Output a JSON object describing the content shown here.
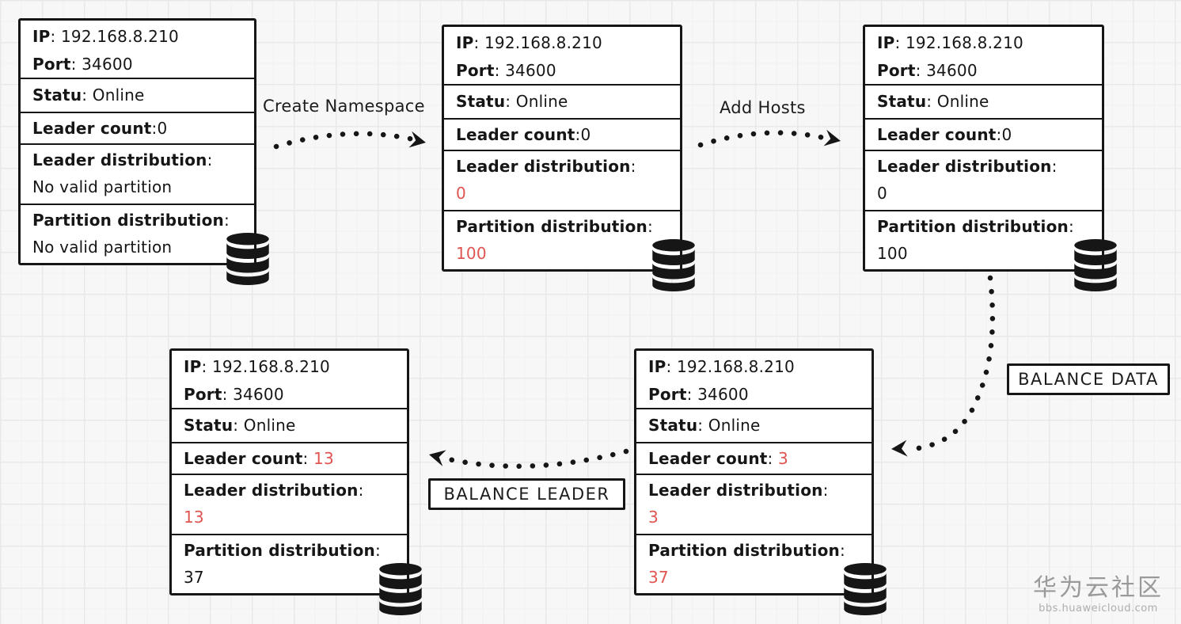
{
  "canvas": {
    "background": "#f7f7f8",
    "grid_major": "#e9e9ec",
    "grid_minor": "#f1f1f3",
    "card_background": "#ffffff",
    "ink": "#161616",
    "red_value": "#e05551",
    "watermark_gray": "#9a9a9a"
  },
  "labels": {
    "ip": "IP",
    "port": "Port",
    "status": "Statu",
    "leader_count": "Leader count",
    "leader_distribution": "Leader distribution",
    "partition_distribution": "Partition distribution",
    "sep": ": ",
    "colon": ":"
  },
  "nodes": [
    {
      "ip": "192.168.8.210",
      "port": "34600",
      "status": "Online",
      "leader_count": "0",
      "leader_count_sep": ":",
      "leader_distribution": "No valid partition",
      "partition_distribution": "No valid partition"
    },
    {
      "ip": "192.168.8.210",
      "port": "34600",
      "status": "Online",
      "leader_count": "0",
      "leader_count_sep": ":",
      "leader_distribution": "0",
      "partition_distribution": "100"
    },
    {
      "ip": "192.168.8.210",
      "port": "34600",
      "status": "Online",
      "leader_count": "0",
      "leader_count_sep": ":",
      "leader_distribution": "0",
      "partition_distribution": "100"
    },
    {
      "ip": "192.168.8.210",
      "port": "34600",
      "status": "Online",
      "leader_count": "3",
      "leader_count_sep": ": ",
      "leader_distribution": "3",
      "partition_distribution": "37"
    },
    {
      "ip": "192.168.8.210",
      "port": "34600",
      "status": "Online",
      "leader_count": "13",
      "leader_count_sep": ": ",
      "leader_distribution": "13",
      "partition_distribution": "37"
    }
  ],
  "arrows": {
    "create_namespace": {
      "label": "Create Namespace"
    },
    "add_hosts": {
      "label": "Add Hosts"
    },
    "balance_data": {
      "label": "BALANCE DATA"
    },
    "balance_leader": {
      "label": "BALANCE LEADER"
    }
  },
  "watermark": {
    "title": "华为云社区",
    "subtitle": "bbs.huaweicloud.com"
  }
}
